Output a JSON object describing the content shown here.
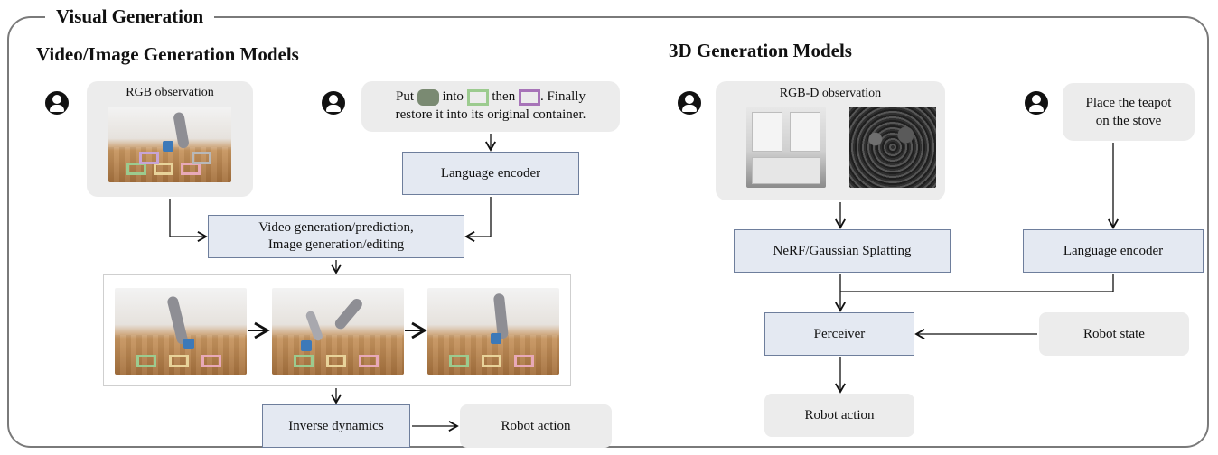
{
  "frame_title": "Visual Generation",
  "left": {
    "title": "Video/Image Generation Models",
    "rgb_label": "RGB observation",
    "instruction": {
      "part1": "Put",
      "part2": "into",
      "part3": "then",
      "part4": ". Finally",
      "line2": "restore it into its original container."
    },
    "language_encoder": "Language encoder",
    "video_gen_line1": "Video generation/prediction,",
    "video_gen_line2": "Image generation/editing",
    "inverse_dynamics": "Inverse dynamics",
    "robot_action": "Robot action"
  },
  "right": {
    "title": "3D Generation Models",
    "rgbd_label": "RGB-D observation",
    "instruction_line1": "Place the teapot",
    "instruction_line2": "on the stove",
    "nerf": "NeRF/Gaussian Splatting",
    "language_encoder": "Language encoder",
    "perceiver": "Perceiver",
    "robot_state": "Robot state",
    "robot_action": "Robot action"
  },
  "colors": {
    "frame": "#7a7a7a",
    "box_fill": "#e4e9f2",
    "box_border": "#6e7e9c",
    "grey_fill": "#ececec"
  }
}
